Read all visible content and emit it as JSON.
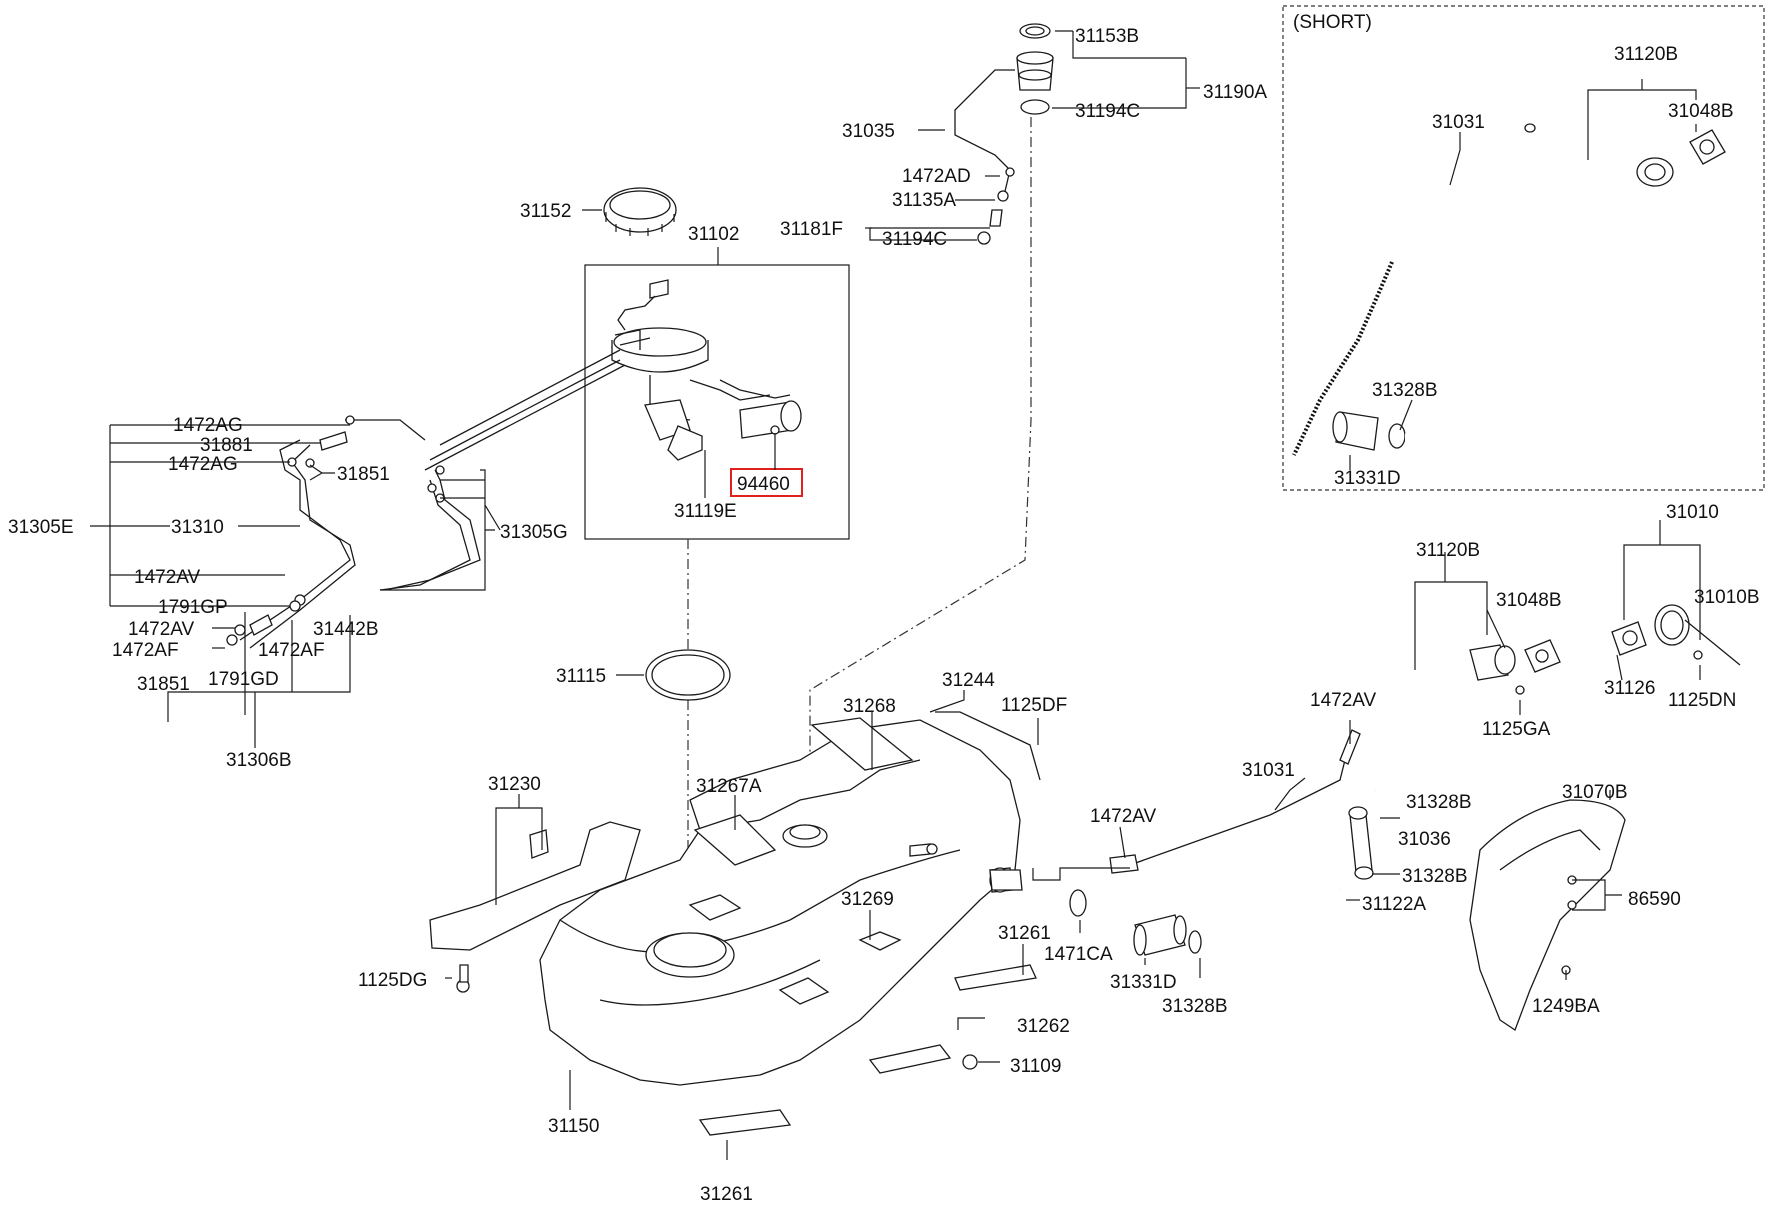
{
  "inset": {
    "title": "(SHORT)"
  },
  "highlight": {
    "part": "94460",
    "color": "#e0201c"
  },
  "labels": {
    "p31153B": "31153B",
    "p31190A": "31190A",
    "p31194C_top": "31194C",
    "p31035": "31035",
    "p1472AD": "1472AD",
    "p31135A": "31135A",
    "p31181F": "31181F",
    "p31194C_mid": "31194C",
    "p31152": "31152",
    "p31102": "31102",
    "p94460": "94460",
    "p31119E": "31119E",
    "p1472AG_a": "1472AG",
    "p31881": "31881",
    "p1472AG_b": "1472AG",
    "p31851_a": "31851",
    "p31305E": "31305E",
    "p31310": "31310",
    "p31305G": "31305G",
    "p1472AV_a": "1472AV",
    "p1791GP": "1791GP",
    "p1472AV_b": "1472AV",
    "p31442B": "31442B",
    "p1472AF_a": "1472AF",
    "p1472AF_b": "1472AF",
    "p31851_b": "31851",
    "p1791GD": "1791GD",
    "p31306B": "31306B",
    "p31115": "31115",
    "p31244": "31244",
    "p1125DF": "1125DF",
    "p31268": "31268",
    "p31267A": "31267A",
    "p31230": "31230",
    "p1125DG": "1125DG",
    "p31269": "31269",
    "p31261_a": "31261",
    "p31262": "31262",
    "p31109": "31109",
    "p31150": "31150",
    "p31261_b": "31261",
    "p1472AV_c": "1472AV",
    "p1471CA": "1471CA",
    "p31331D_main": "31331D",
    "p31328B_a": "31328B",
    "p31031_main": "31031",
    "p1472AV_d": "1472AV",
    "p31120B_main": "31120B",
    "p31048B_main": "31048B",
    "p1125GA": "1125GA",
    "p31328B_b": "31328B",
    "p31036": "31036",
    "p31328B_c": "31328B",
    "p31122A": "31122A",
    "p31010": "31010",
    "p31010B": "31010B",
    "p31126": "31126",
    "p1125DN": "1125DN",
    "p31070B": "31070B",
    "p86590": "86590",
    "p1249BA": "1249BA",
    "p31120B_short": "31120B",
    "p31048B_short": "31048B",
    "p31031_short": "31031",
    "p31328B_short": "31328B",
    "p31331D_short": "31331D"
  }
}
